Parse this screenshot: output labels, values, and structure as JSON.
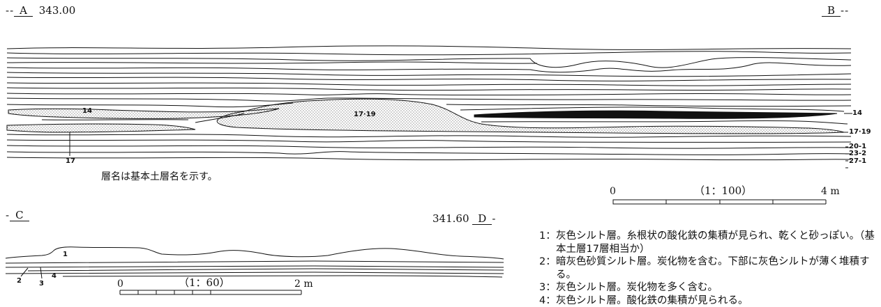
{
  "section_ab": {
    "left_label": "A",
    "elevation": "343.00",
    "right_label": "B",
    "layers": {
      "l14_left": "14",
      "l1719_center": "17·19",
      "l17_below": "17",
      "r14": "14",
      "r1719": "17·19",
      "r201": "20-1",
      "r232": "23-2",
      "r271": "27-1"
    },
    "note": "層名は基本土層名を示す。",
    "scale": {
      "zero": "0",
      "ratio": "（1：100）",
      "end": "4 m"
    }
  },
  "section_cd": {
    "left_label": "C",
    "elevation": "341.60",
    "right_label": "D",
    "layers": {
      "l1": "1",
      "l2": "2",
      "l3": "3",
      "l4": "4"
    },
    "scale": {
      "zero": "0",
      "ratio": "（1：60）",
      "end": "2 m"
    }
  },
  "legend": [
    {
      "num": "1：",
      "text": "灰色シルト層。糸根状の酸化鉄の集積が見られ、乾くと砂っぽい。（基本土層17層相当か）"
    },
    {
      "num": "2：",
      "text": "暗灰色砂質シルト層。炭化物を含む。下部に灰色シルトが薄く堆積する。"
    },
    {
      "num": "3：",
      "text": "灰色シルト層。炭化物を多く含む。"
    },
    {
      "num": "4：",
      "text": "灰色シルト層。酸化鉄の集積が見られる。"
    }
  ]
}
